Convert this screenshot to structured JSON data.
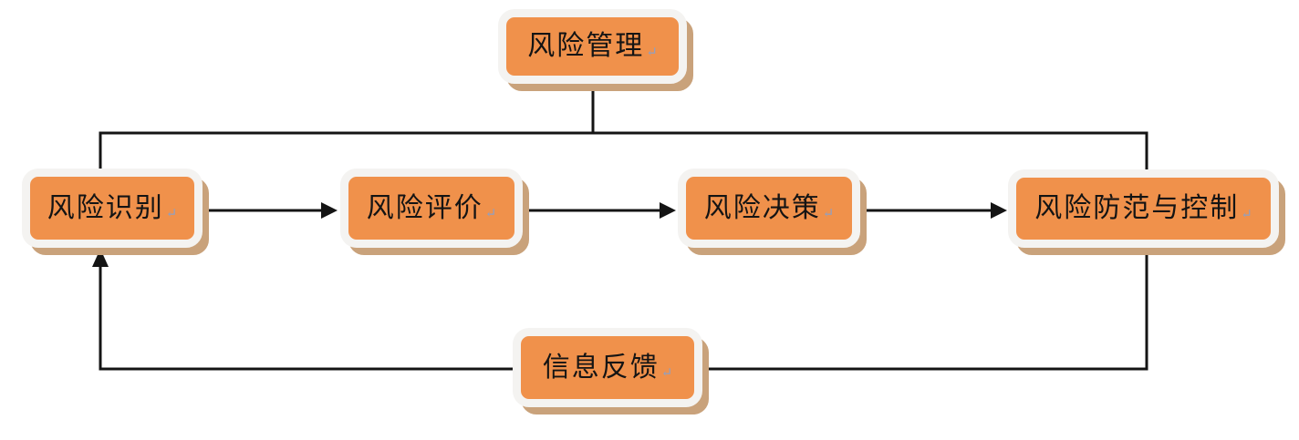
{
  "colors": {
    "node-fill": "#F0914B",
    "node-border": "#F4F3F1",
    "node-shadow": "#C9A27B",
    "connector": "#141414",
    "mark": "#8FA0C2"
  },
  "nodes": [
    {
      "key": "risk-management",
      "label": "风险管理",
      "mark": "↵"
    },
    {
      "key": "risk-identification",
      "label": "风险识别",
      "mark": "↵"
    },
    {
      "key": "risk-evaluation",
      "label": "风险评价",
      "mark": "↵"
    },
    {
      "key": "risk-decision",
      "label": "风险决策",
      "mark": "↵"
    },
    {
      "key": "risk-prevention-control",
      "label": "风险防范与控制",
      "mark": "↵"
    },
    {
      "key": "information-feedback",
      "label": "信息反馈",
      "mark": "↵"
    }
  ]
}
